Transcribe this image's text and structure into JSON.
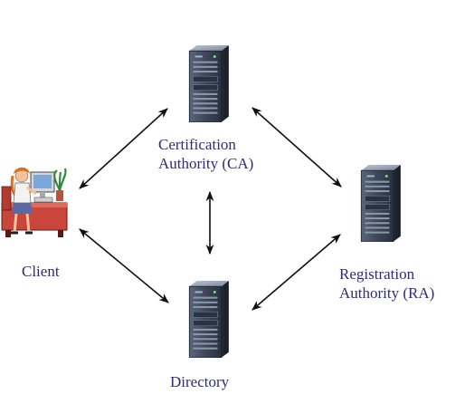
{
  "nodes": {
    "ca": {
      "label_line1": "Certification",
      "label_line2": "Authority (CA)",
      "icon": "server-tower-icon"
    },
    "client": {
      "label": "Client",
      "icon": "person-at-computer-icon"
    },
    "ra": {
      "label_line1": "Registration",
      "label_line2": "Authority (RA)",
      "icon": "server-tower-icon"
    },
    "directory": {
      "label": "Directory",
      "icon": "server-tower-icon"
    }
  },
  "edges": [
    {
      "from": "client",
      "to": "ca",
      "style": "bidirectional-arrow"
    },
    {
      "from": "ca",
      "to": "ra",
      "style": "bidirectional-arrow"
    },
    {
      "from": "ca",
      "to": "directory",
      "style": "bidirectional-arrow"
    },
    {
      "from": "client",
      "to": "directory",
      "style": "bidirectional-arrow"
    },
    {
      "from": "directory",
      "to": "ra",
      "style": "bidirectional-arrow"
    }
  ],
  "colors": {
    "label_text": "#2c2c7a",
    "arrow": "#111111",
    "server_body": "#3b4656",
    "server_light": "#8090a8"
  }
}
